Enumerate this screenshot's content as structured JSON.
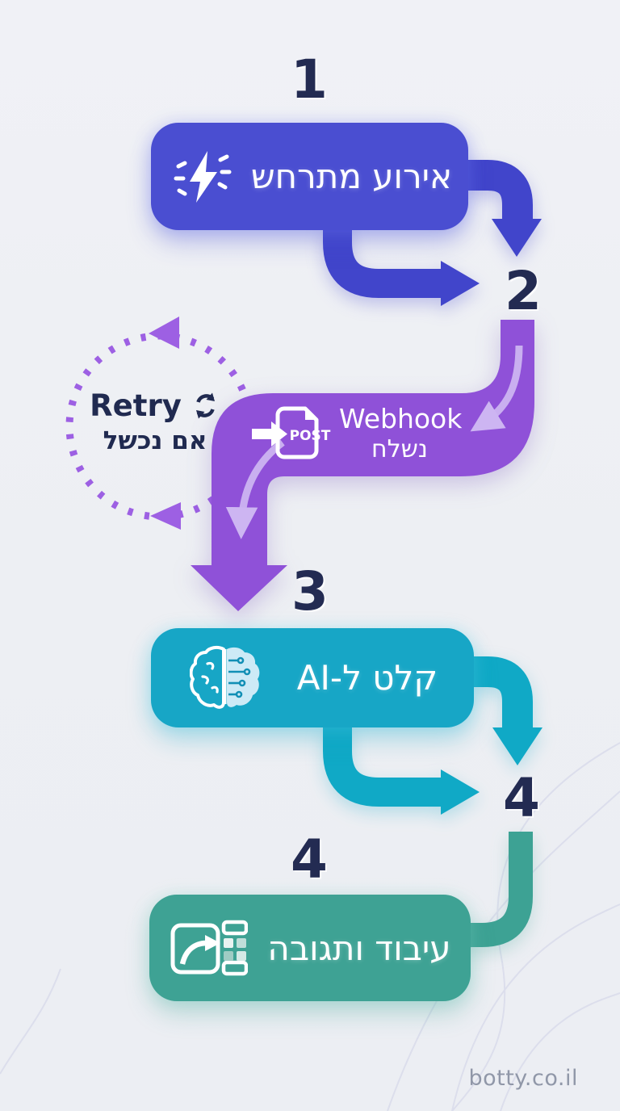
{
  "watermark": "botty.co.il",
  "colors": {
    "background": "#edeff3",
    "number_text": "#232b52",
    "step1_card": "#4a4ed1",
    "step1_arrows": "#4145cb",
    "webhook_ribbon": "#8f51d8",
    "ribbon_inner_arrow": "#c9aff0",
    "retry_dotted": "#9d60e3",
    "retry_text": "#202a50",
    "step3_card": "#17a6c6",
    "step3_arrows": "#10a9c6",
    "step4_card": "#3ea294",
    "step4_connector": "#3da294",
    "watermark_text": "#9097a8"
  },
  "steps": {
    "one": {
      "number": "1",
      "label": "אירוע מתרחש"
    },
    "two": {
      "number": "2",
      "label_en": "Webhook",
      "label_he": "נשלח",
      "badge": "POST"
    },
    "three": {
      "number": "3",
      "label": "קלט ל-AI"
    },
    "four": {
      "number": "4",
      "label": "עיבוד ותגובה"
    }
  },
  "retry": {
    "label_en": "Retry",
    "label_he": "אם נכשל"
  }
}
